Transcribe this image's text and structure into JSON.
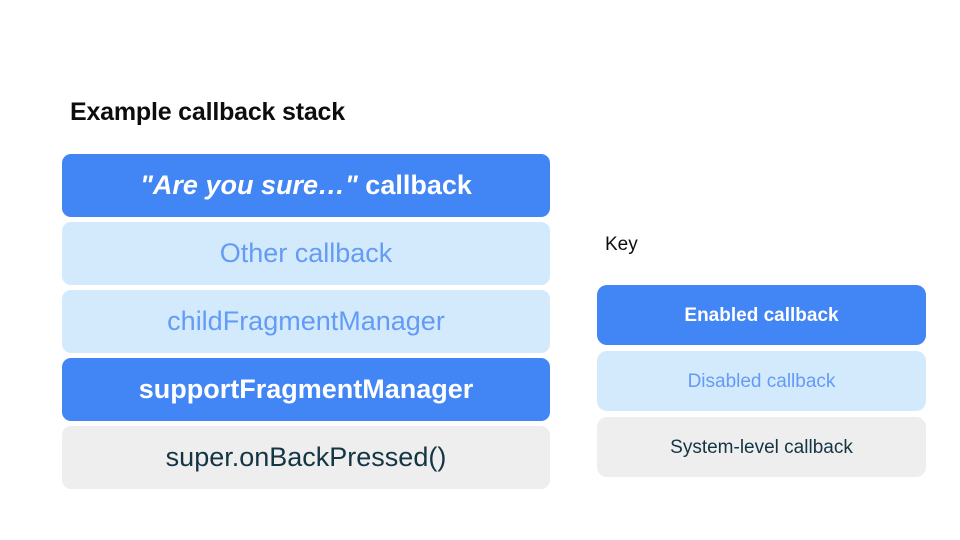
{
  "slide": {
    "background_color": "#ffffff"
  },
  "stack": {
    "title": "Example callback stack",
    "items": [
      {
        "label": "\"Are you sure…\" callback",
        "quoted_part": "\"Are you sure…\"",
        "plain_part": " callback",
        "state": "enabled"
      },
      {
        "label": "Other callback",
        "state": "disabled"
      },
      {
        "label": "childFragmentManager",
        "state": "disabled"
      },
      {
        "label": "supportFragmentManager",
        "state": "enabled"
      },
      {
        "label": "super.onBackPressed()",
        "state": "system"
      }
    ]
  },
  "key": {
    "title": "Key",
    "items": [
      {
        "label": "Enabled callback",
        "state": "enabled"
      },
      {
        "label": "Disabled callback",
        "state": "disabled"
      },
      {
        "label": "System-level callback",
        "state": "system"
      }
    ]
  },
  "colors": {
    "enabled_bg": "#4285f4",
    "enabled_text": "#ffffff",
    "disabled_bg": "#d3eafd",
    "disabled_text": "#639bf5",
    "system_bg": "#eeeeee",
    "system_text": "#143543",
    "heading_text": "#0d0d0d"
  }
}
